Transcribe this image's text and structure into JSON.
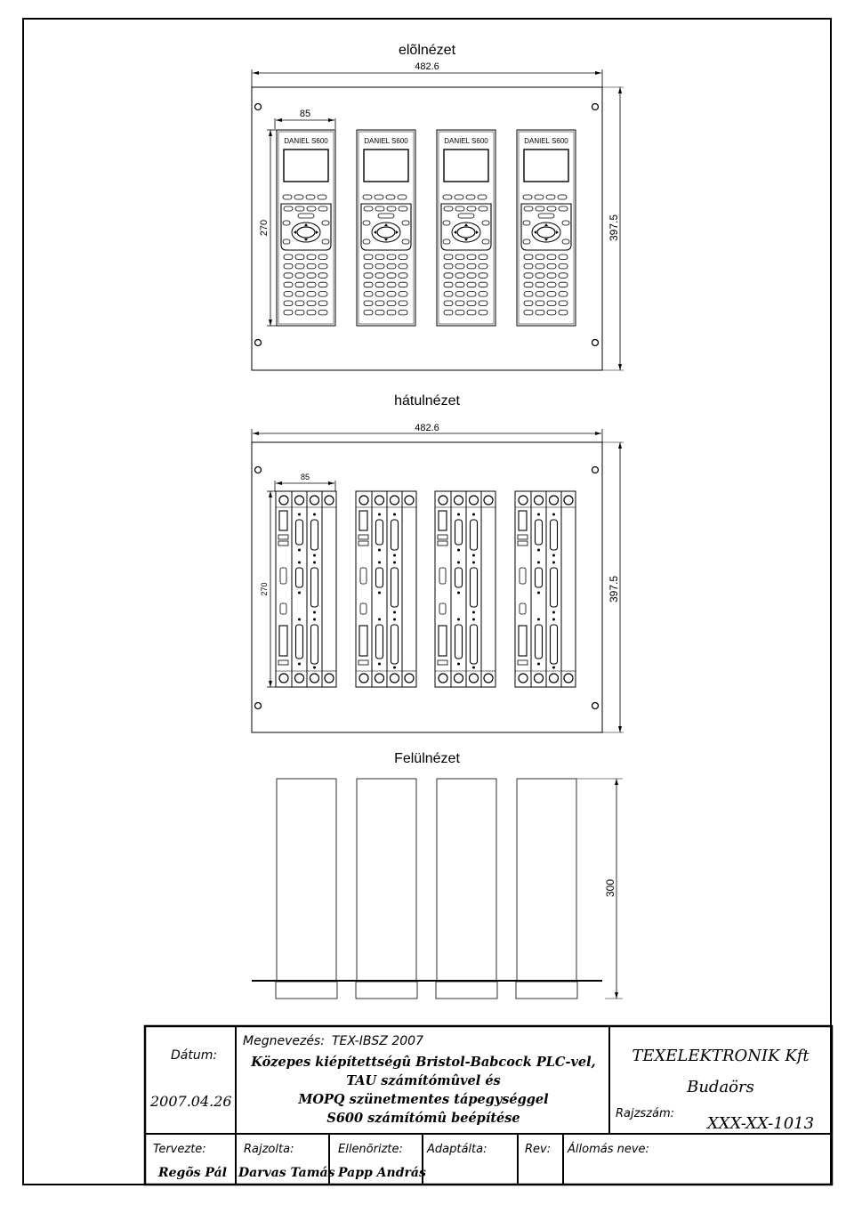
{
  "views": {
    "front": {
      "title": "elõlnézet",
      "width_dim": "482.6",
      "module_dim": "85",
      "height_dim": "270",
      "total_height_dim": "397.5",
      "modules": [
        "DANIEL S600",
        "DANIEL S600",
        "DANIEL S600",
        "DANIEL S600"
      ]
    },
    "back": {
      "title": "hátulnézet",
      "width_dim": "482.6",
      "module_dim": "85",
      "height_dim": "270",
      "total_height_dim": "397.5"
    },
    "top": {
      "title": "Felülnézet",
      "depth_dim": "300"
    }
  },
  "title_block": {
    "date_label": "Dátum:",
    "date_value": "2007.04.26",
    "name_label": "Megnevezés:",
    "name_code": "TEX-IBSZ 2007",
    "description": [
      "Közepes kiépítettségû Bristol-Babcock PLC-vel,",
      "TAU számítómûvel és",
      "MOPQ szünetmentes tápegységgel",
      "S600 számítómû beépítése"
    ],
    "company": "TEXELEKTRONIK Kft",
    "city": "Budaörs",
    "drawing_no_label": "Rajzszám:",
    "drawing_no": "XXX-XX-1013",
    "designed_label": "Tervezte:",
    "designed_by": "Regõs Pál",
    "drawn_label": "Rajzolta:",
    "drawn_by": "Darvas Tamás",
    "checked_label": "Ellenõrizte:",
    "checked_by": "Papp András",
    "adapted_label": "Adaptálta:",
    "rev_label": "Rev:",
    "station_label": "Állomás neve:"
  }
}
